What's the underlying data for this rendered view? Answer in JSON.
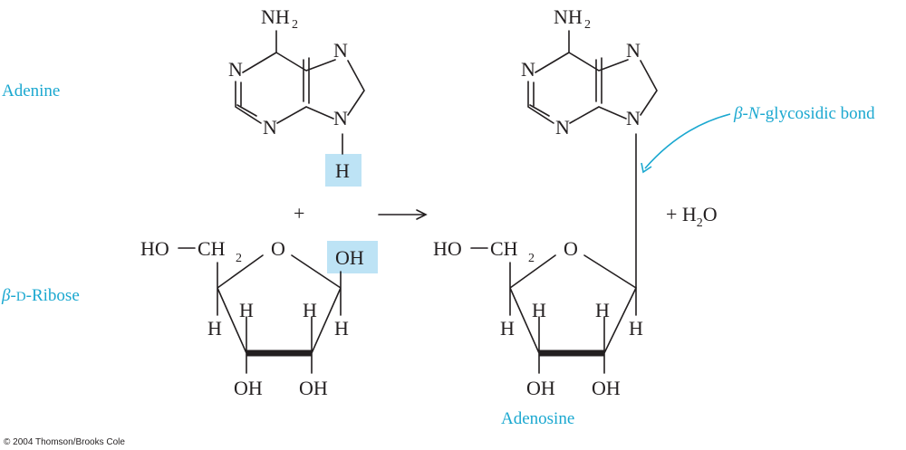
{
  "labels": {
    "adenine": "Adenine",
    "ribose_prefix": "β-",
    "ribose_d": "D",
    "ribose_suffix": "-Ribose",
    "glyco_beta": "β-",
    "glyco_n": "N",
    "glyco_rest": "-glycosidic bond",
    "adenosine": "Adenosine",
    "credit": "© 2004 Thomson/Brooks Cole"
  },
  "atoms": {
    "nh": "NH",
    "two": "2",
    "n": "N",
    "h": "H",
    "o": "O",
    "oh": "OH",
    "ho": "HO",
    "ch": "CH"
  },
  "symbols": {
    "plus": "+",
    "water_prefix": "+ H",
    "water_sub": "2",
    "water_suffix": "O"
  },
  "colors": {
    "accent": "#1ba8d0",
    "highlight": "#bde3f5",
    "ink": "#231f20"
  }
}
